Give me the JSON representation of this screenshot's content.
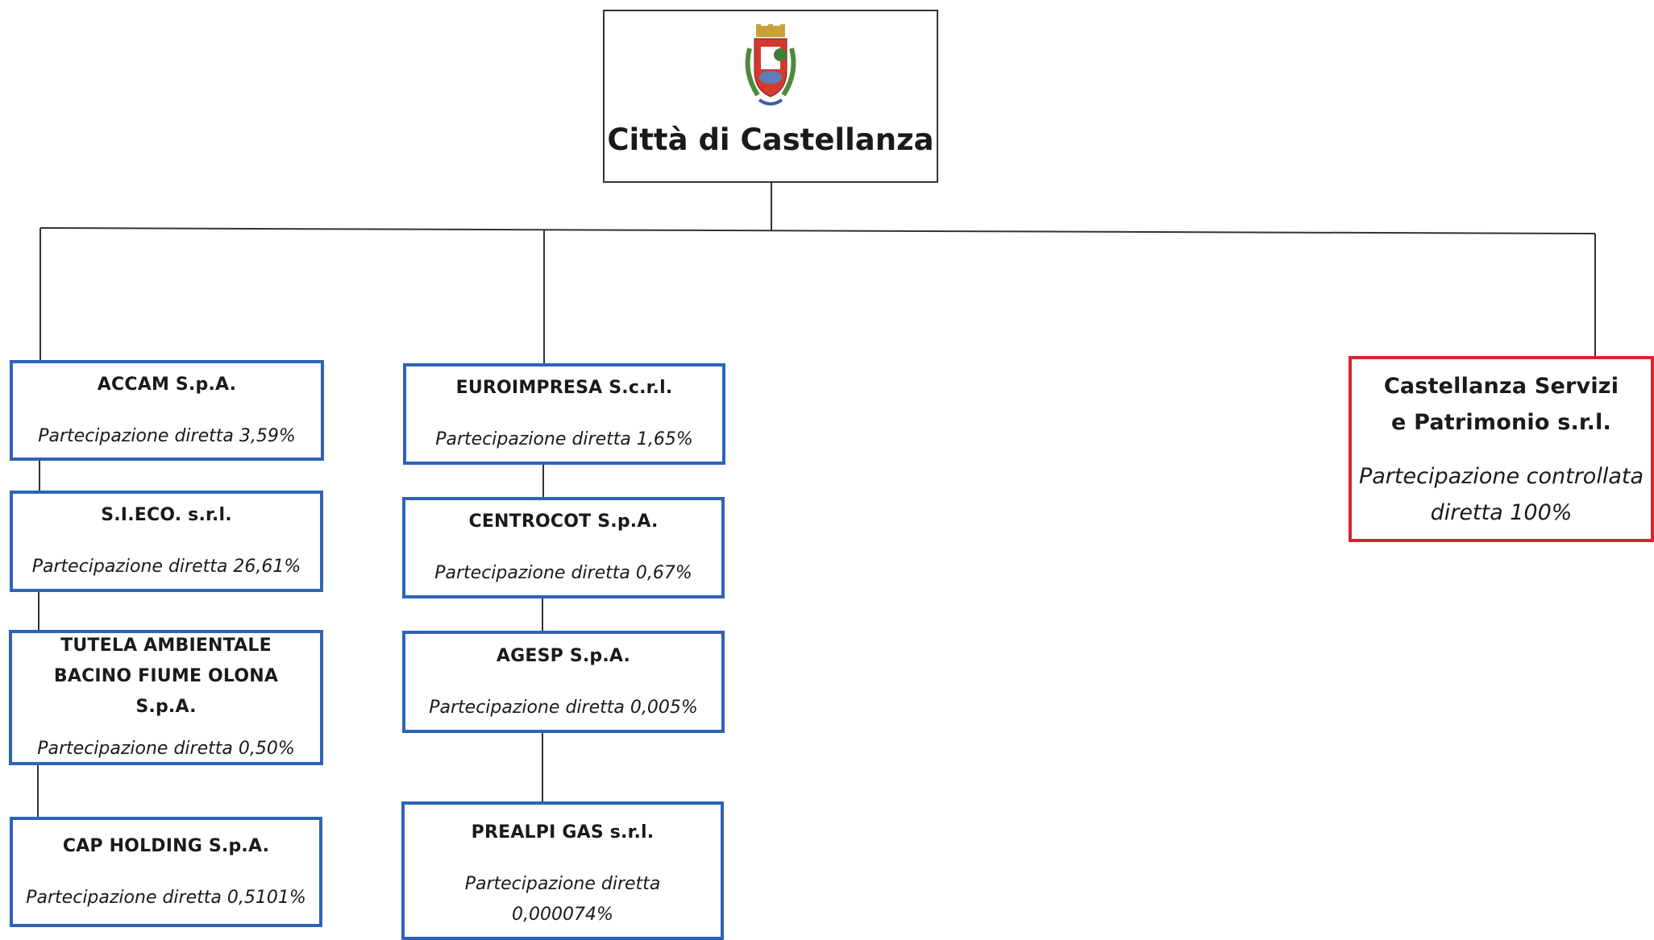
{
  "root": {
    "title": "Città di Castellanza"
  },
  "colors": {
    "direct_border": "#2f63b8",
    "controlled_border": "#d6262e",
    "line": "#333333"
  },
  "companies": [
    {
      "id": "accam",
      "name": "ACCAM S.p.A.",
      "share": "Partecipazione diretta 3,59%"
    },
    {
      "id": "sieco",
      "name": "S.I.ECO. s.r.l.",
      "share": "Partecipazione diretta 26,61%"
    },
    {
      "id": "tutela",
      "name": "TUTELA AMBIENTALE BACINO FIUME OLONA S.p.A.",
      "share": "Partecipazione diretta 0,50%"
    },
    {
      "id": "cap",
      "name": "CAP HOLDING S.p.A.",
      "share": "Partecipazione diretta 0,5101%"
    },
    {
      "id": "euroimpresa",
      "name": "EUROIMPRESA S.c.r.l.",
      "share": "Partecipazione diretta 1,65%"
    },
    {
      "id": "centrocot",
      "name": "CENTROCOT S.p.A.",
      "share": "Partecipazione diretta 0,67%"
    },
    {
      "id": "agesp",
      "name": "AGESP S.p.A.",
      "share": "Partecipazione diretta 0,005%"
    },
    {
      "id": "prealpi",
      "name": "PREALPI GAS s.r.l.",
      "share": "Partecipazione diretta 0,000074%"
    },
    {
      "id": "csp",
      "name": "Castellanza Servizi e Patrimonio s.r.l.",
      "share": "Partecipazione controllata diretta 100%"
    }
  ]
}
